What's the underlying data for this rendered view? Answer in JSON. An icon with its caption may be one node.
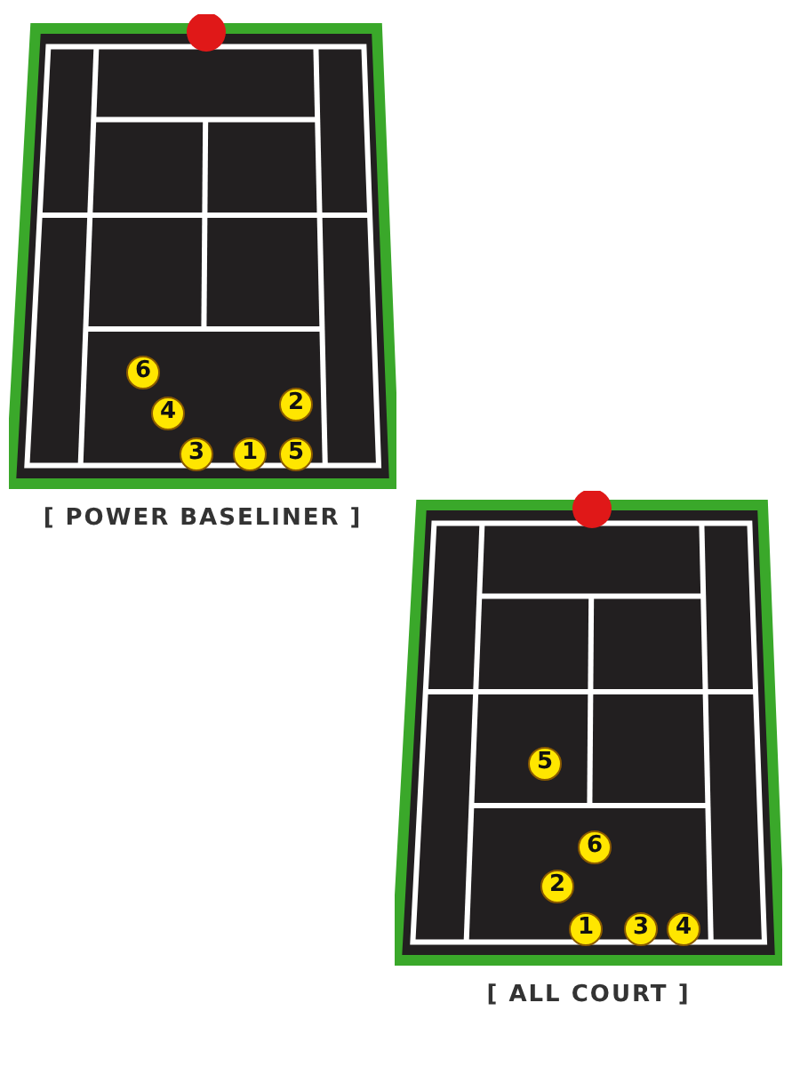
{
  "diagram": {
    "nodes": [
      {
        "text": [
          "[ POWER BASELINER ]"
        ]
      },
      {
        "text": [
          "6"
        ],
        "in": 0
      },
      {
        "text": [
          "2"
        ],
        "in": 0
      },
      {
        "text": [
          "4"
        ],
        "in": 0
      },
      {
        "text": [
          "3"
        ],
        "in": 0
      },
      {
        "text": [
          "1"
        ],
        "in": 0
      },
      {
        "text": [
          "5"
        ],
        "in": 0
      },
      {
        "text": [
          "[ ALL COURT ]"
        ]
      },
      {
        "text": [
          "5"
        ],
        "in": 7
      },
      {
        "text": [
          "6"
        ],
        "in": 7
      },
      {
        "text": [
          "2"
        ],
        "in": 7
      },
      {
        "text": [
          "1"
        ],
        "in": 7
      },
      {
        "text": [
          "3"
        ],
        "in": 7
      },
      {
        "text": [
          "4"
        ],
        "in": 7
      }
    ]
  }
}
